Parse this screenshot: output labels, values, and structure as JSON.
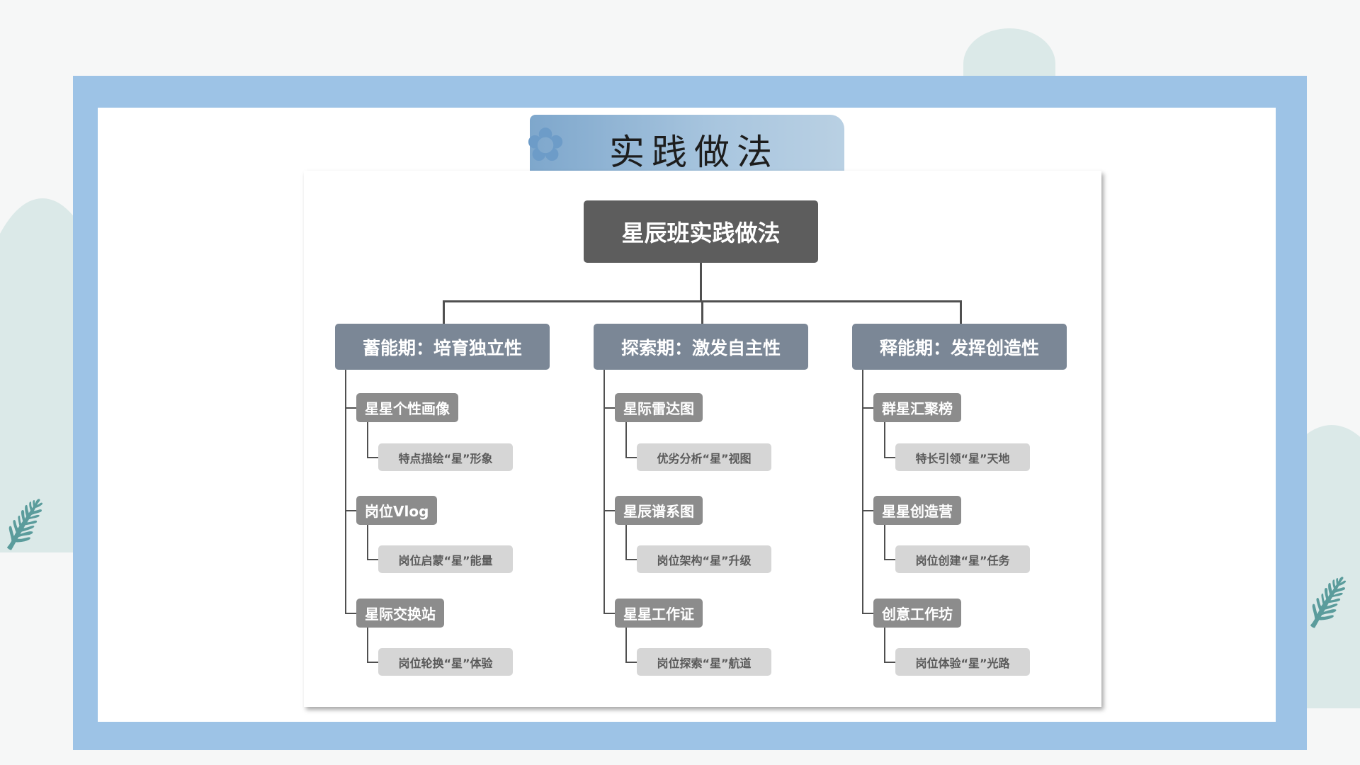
{
  "title": "实践做法",
  "root": "星辰班实践做法",
  "branches": [
    {
      "label": "蓄能期：培育独立性",
      "items": [
        {
          "label": "星星个性画像",
          "sub": "特点描绘“星”形象"
        },
        {
          "label": "岗位Vlog",
          "sub": "岗位启蒙“星”能量"
        },
        {
          "label": "星际交换站",
          "sub": "岗位轮换“星”体验"
        }
      ]
    },
    {
      "label": "探索期：激发自主性",
      "items": [
        {
          "label": "星际雷达图",
          "sub": "优劣分析“星”视图"
        },
        {
          "label": "星辰谱系图",
          "sub": "岗位架构“星”升级"
        },
        {
          "label": "星星工作证",
          "sub": "岗位探索“星”航道"
        }
      ]
    },
    {
      "label": "释能期：发挥创造性",
      "items": [
        {
          "label": "群星汇聚榜",
          "sub": "特长引领“星”天地"
        },
        {
          "label": "星星创造营",
          "sub": "岗位创建“星”任务"
        },
        {
          "label": "创意工作坊",
          "sub": "岗位体验“星”光路"
        }
      ]
    }
  ]
}
